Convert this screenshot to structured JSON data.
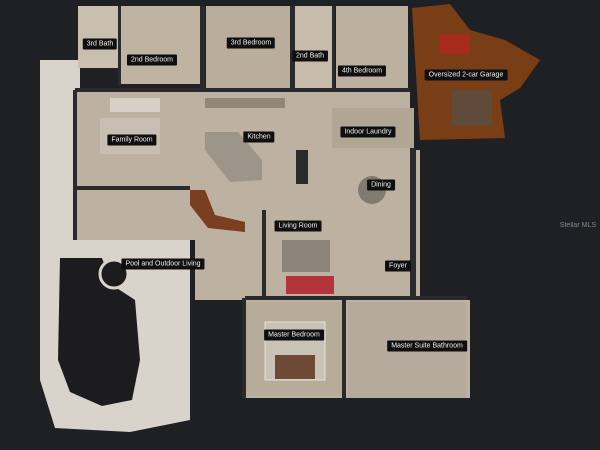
{
  "rooms": {
    "third_bath": "3rd Bath",
    "second_bedroom": "2nd Bedroom",
    "third_bedroom": "3rd Bedroom",
    "second_bath": "2nd Bath",
    "fourth_bedroom": "4th Bedroom",
    "garage": "Oversized 2-car Garage",
    "family_room": "Family Room",
    "kitchen": "Kitchen",
    "laundry": "Indoor Laundry",
    "dining": "Dining",
    "living_room": "Living Room",
    "pool": "Pool and Outdoor Living",
    "foyer": "Foyer",
    "master_bedroom": "Master Bedroom",
    "master_bath": "Master Suite Bathroom"
  },
  "watermark": "Stellar MLS",
  "colors": {
    "background": "#1f2024",
    "floor": "#bdb1a1",
    "garage_floor": "#7a3e17",
    "label_bg": "#0f0f10"
  }
}
